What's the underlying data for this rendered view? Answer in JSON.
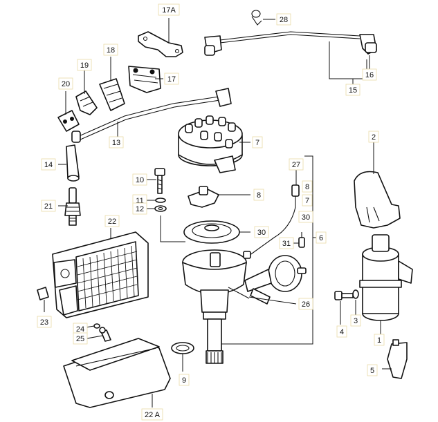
{
  "diagram": {
    "callouts": [
      {
        "id": "c17a",
        "label": "17A"
      },
      {
        "id": "c28",
        "label": "28"
      },
      {
        "id": "c18",
        "label": "18"
      },
      {
        "id": "c19",
        "label": "19"
      },
      {
        "id": "c20",
        "label": "20"
      },
      {
        "id": "c17",
        "label": "17"
      },
      {
        "id": "c16",
        "label": "16"
      },
      {
        "id": "c15",
        "label": "15"
      },
      {
        "id": "c13",
        "label": "13"
      },
      {
        "id": "c7",
        "label": "7"
      },
      {
        "id": "c2",
        "label": "2"
      },
      {
        "id": "c14",
        "label": "14"
      },
      {
        "id": "c27",
        "label": "27"
      },
      {
        "id": "c10",
        "label": "10"
      },
      {
        "id": "c8",
        "label": "8"
      },
      {
        "id": "c8b",
        "label": "8"
      },
      {
        "id": "c7b",
        "label": "7"
      },
      {
        "id": "c11",
        "label": "11"
      },
      {
        "id": "c21",
        "label": "21"
      },
      {
        "id": "c12",
        "label": "12"
      },
      {
        "id": "c30b",
        "label": "30"
      },
      {
        "id": "c22",
        "label": "22"
      },
      {
        "id": "c30",
        "label": "30"
      },
      {
        "id": "c6",
        "label": "6"
      },
      {
        "id": "c31",
        "label": "31"
      },
      {
        "id": "c26",
        "label": "26"
      },
      {
        "id": "c23",
        "label": "23"
      },
      {
        "id": "c3",
        "label": "3"
      },
      {
        "id": "c24",
        "label": "24"
      },
      {
        "id": "c4",
        "label": "4"
      },
      {
        "id": "c25",
        "label": "25"
      },
      {
        "id": "c1",
        "label": "1"
      },
      {
        "id": "c9",
        "label": "9"
      },
      {
        "id": "c5",
        "label": "5"
      },
      {
        "id": "c22a",
        "label": "22 A"
      }
    ]
  }
}
